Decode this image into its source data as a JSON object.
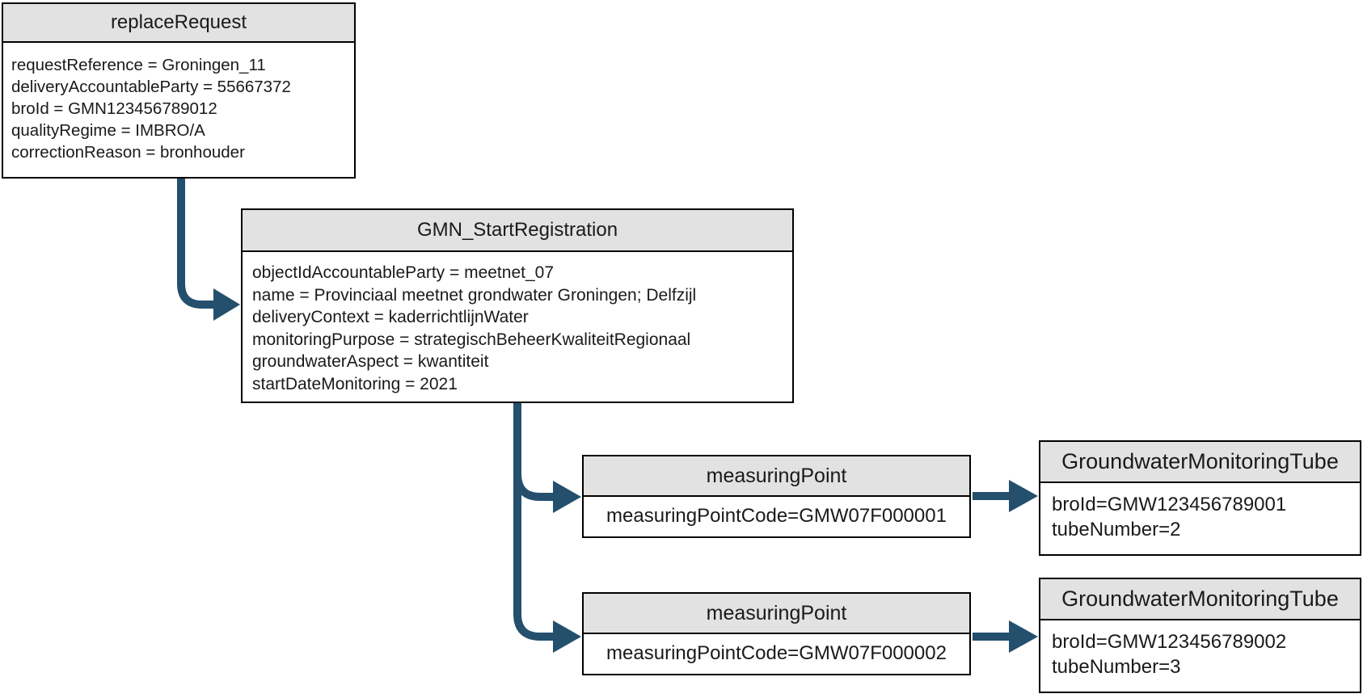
{
  "diagram": {
    "colors": {
      "arrow": "#244f6d",
      "header_fill": "#e2e2e2",
      "border": "#000000",
      "background": "#ffffff"
    },
    "nodes": {
      "replaceRequest": {
        "title": "replaceRequest",
        "lines": [
          "requestReference = Groningen_11",
          "deliveryAccountableParty = 55667372",
          "broId = GMN123456789012",
          "qualityRegime = IMBRO/A",
          "correctionReason = bronhouder"
        ]
      },
      "gmnStartRegistration": {
        "title": "GMN_StartRegistration",
        "lines": [
          "objectIdAccountableParty = meetnet_07",
          "name = Provinciaal meetnet grondwater Groningen; Delfzijl",
          "deliveryContext = kaderrichtlijnWater",
          "monitoringPurpose = strategischBeheerKwaliteitRegionaal",
          "groundwaterAspect = kwantiteit",
          "startDateMonitoring = 2021"
        ]
      },
      "measuringPoint1": {
        "title": "measuringPoint",
        "lines": [
          "measuringPointCode=GMW07F000001"
        ]
      },
      "tube1": {
        "title": "GroundwaterMonitoringTube",
        "lines": [
          "broId=GMW123456789001",
          "tubeNumber=2"
        ]
      },
      "measuringPoint2": {
        "title": "measuringPoint",
        "lines": [
          "measuringPointCode=GMW07F000002"
        ]
      },
      "tube2": {
        "title": "GroundwaterMonitoringTube",
        "lines": [
          "broId=GMW123456789002",
          "tubeNumber=3"
        ]
      }
    },
    "connectors": [
      {
        "from": "replaceRequest",
        "to": "gmnStartRegistration"
      },
      {
        "from": "gmnStartRegistration",
        "to": "measuringPoint1"
      },
      {
        "from": "gmnStartRegistration",
        "to": "measuringPoint2"
      },
      {
        "from": "measuringPoint1",
        "to": "tube1"
      },
      {
        "from": "measuringPoint2",
        "to": "tube2"
      }
    ]
  }
}
